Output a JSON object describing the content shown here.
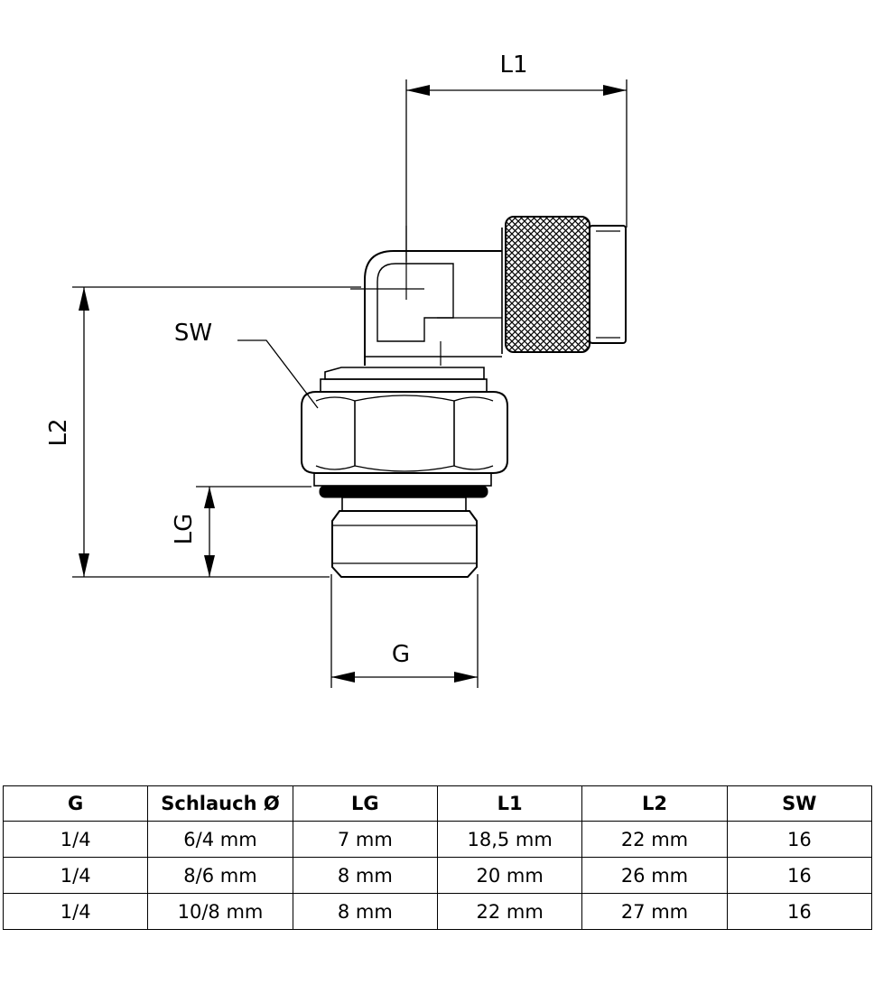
{
  "drawing": {
    "dimensions": {
      "l1": "L1",
      "l2": "L2",
      "sw": "SW",
      "lg": "LG",
      "g": "G"
    }
  },
  "table": {
    "headers": [
      "G",
      "Schlauch Ø",
      "LG",
      "L1",
      "L2",
      "SW"
    ],
    "rows": [
      [
        "1/4",
        "6/4 mm",
        "7 mm",
        "18,5 mm",
        "22 mm",
        "16"
      ],
      [
        "1/4",
        "8/6 mm",
        "8 mm",
        "20 mm",
        "26 mm",
        "16"
      ],
      [
        "1/4",
        "10/8 mm",
        "8 mm",
        "22 mm",
        "27 mm",
        "16"
      ]
    ]
  }
}
